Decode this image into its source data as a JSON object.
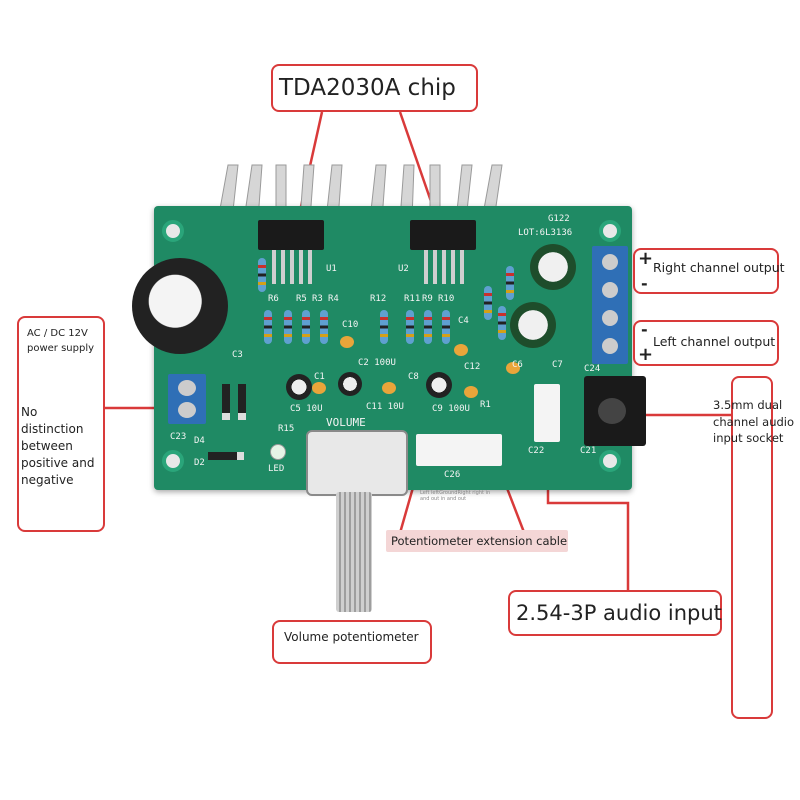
{
  "title": "TDA2030A chip",
  "labels": {
    "right_output": "Right channel output",
    "left_output": "Left channel output",
    "power_supply": "AC / DC 12V power supply",
    "no_polarity": "No distinction between positive and negative",
    "audio_socket": "3.5mm dual channel audio input socket",
    "ext_cable": "Potentiometer extension cable",
    "audio_input_3p": "2.54-3P audio input",
    "volume_pot": "Volume potentiometer",
    "plus_sign": "+",
    "minus_sign": "-"
  },
  "silkscreen": {
    "volume": "VOLUME",
    "c26": "C26",
    "led": "LED",
    "g122": "G122",
    "lot": "LOT:6L3136",
    "u1": "U1",
    "u2": "U2",
    "r6": "R6",
    "r5": "R5",
    "r3": "R3",
    "r4": "R4",
    "r12": "R12",
    "r11": "R11",
    "r9": "R9",
    "r10": "R10",
    "c10": "C10",
    "c4": "C4",
    "c2": "C2 100U",
    "c3": "C3",
    "c1": "C1",
    "c8": "C8",
    "c5": "C5 10U",
    "c11": "C11 10U",
    "c9": "C9 100U",
    "c12": "C12",
    "c6": "C6",
    "c7": "C7",
    "c23": "C23",
    "c24": "C24",
    "c21": "C21",
    "c22": "C22",
    "r1": "R1",
    "r15": "R15",
    "d4": "D4",
    "d2": "D2",
    "cable_note": "Left leftGroundRight right in and out in and out"
  },
  "colors": {
    "accent_red": "#d93a3a",
    "pcb_green": "#1f8a64",
    "heatsink": "#d6d6d6",
    "terminal_blue": "#2f6fb6"
  }
}
